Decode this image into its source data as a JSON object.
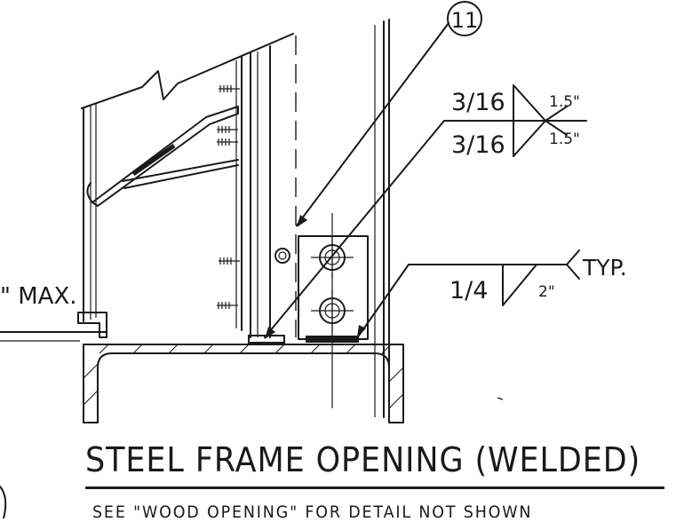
{
  "callout": {
    "number": "11"
  },
  "weld_top": {
    "size": "3/16",
    "length": "1.5\""
  },
  "weld_bottom": {
    "size": "3/16",
    "length": "1.5\""
  },
  "weld_fillet": {
    "size": "1/4",
    "length": "2\"",
    "note": "TYP."
  },
  "max_label": "\" MAX.",
  "title": "STEEL FRAME OPENING (WELDED)",
  "subtitle": "SEE \"WOOD OPENING\" FOR DETAIL NOT SHOWN"
}
